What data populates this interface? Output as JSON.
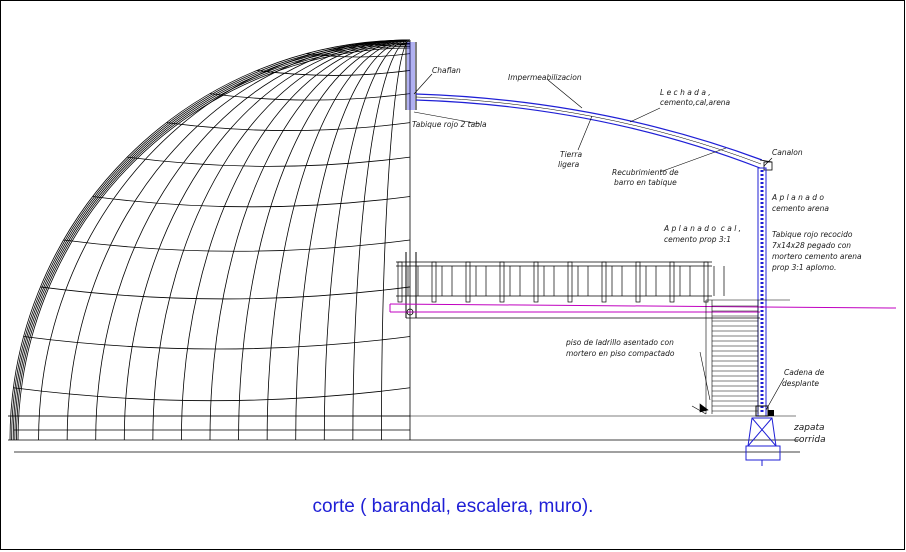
{
  "caption": "corte ( barandal, escalera, muro).",
  "colors": {
    "wall": "#1f1fd6",
    "slab": "#c000c0",
    "ink": "#000000",
    "caption": "#1f1fd6"
  },
  "labels": {
    "chaflan": "Chaflan",
    "impermeabilizacion": "Impermeabilizacion",
    "lechada_1": "L e c h a d a ,",
    "lechada_2": "cemento,cal,arena",
    "tabique_tabla": "Tabique rojo 2 tabla",
    "tierra_1": "Tierra",
    "tierra_2": "ligera",
    "recubrimiento_1": "Recubrimiento de",
    "recubrimiento_2": "barro en tabique",
    "canalon": "Canalon",
    "aplanado_ca_1": "A p l a n a d o",
    "aplanado_ca_2": "cemento arena",
    "aplanado_cal_1": "A p l a n a d o  c a l ,",
    "aplanado_cal_2": "cemento prop 3:1",
    "tabique_rojo_1": "Tabique rojo recocido",
    "tabique_rojo_2": "7x14x28 pegado con",
    "tabique_rojo_3": "mortero cemento arena",
    "tabique_rojo_4": "prop 3:1 aplomo.",
    "piso_1": "piso de ladrillo asentado con",
    "piso_2": "mortero en piso compactado",
    "cadena_1": "Cadena de",
    "cadena_2": "desplante",
    "zapata_1": "zapata",
    "zapata_2": "corrida"
  }
}
